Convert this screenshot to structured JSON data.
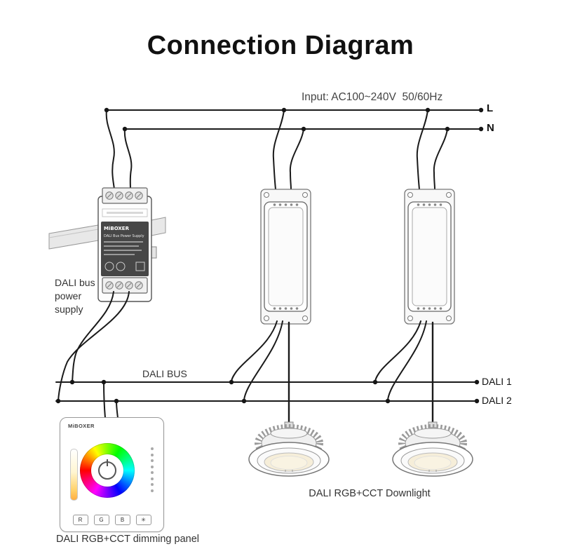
{
  "title": "Connection Diagram",
  "power": {
    "input_label": "Input: AC100~240V  50/60Hz",
    "l": "L",
    "n": "N"
  },
  "bus": {
    "label": "DALI BUS",
    "dali1": "DALI 1",
    "dali2": "DALI 2"
  },
  "devices": {
    "psu": {
      "side_label": "DALI bus power supply",
      "brand": "MiBOXER",
      "name": "DALI Bus Power Supply"
    },
    "panel": {
      "brand": "MiBOXER",
      "label": "DALI RGB+CCT dimming panel",
      "buttons": [
        "R",
        "G",
        "B",
        "✳"
      ]
    },
    "downlight": {
      "label": "DALI RGB+CCT Downlight"
    }
  },
  "colors": {
    "wire": "#1a1a1a",
    "device_stroke": "#666666",
    "wheel_hues": [
      "#ff0000",
      "#ffff00",
      "#00ff00",
      "#00ffff",
      "#0000ff",
      "#ff00ff"
    ],
    "downlight_face": "#f6eed9"
  }
}
